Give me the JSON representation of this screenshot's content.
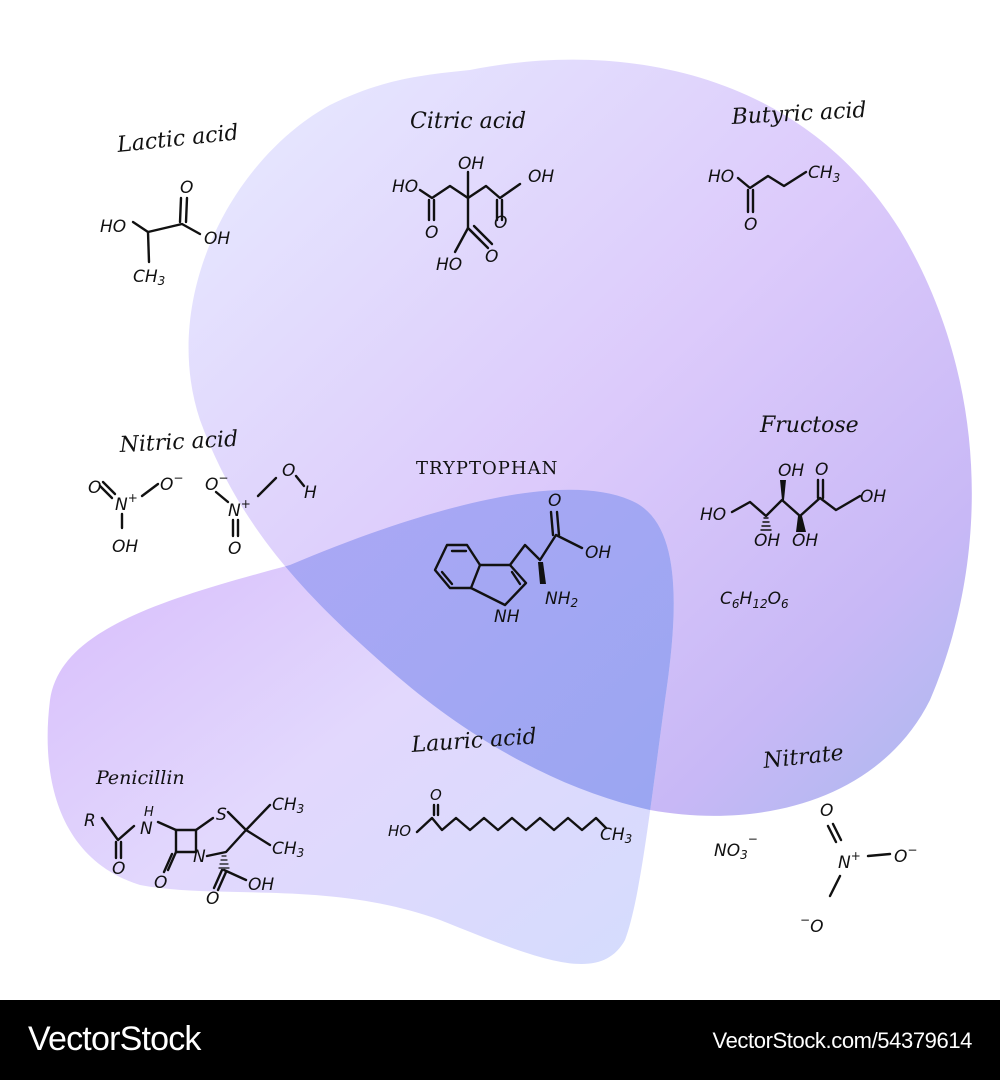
{
  "illustration": {
    "background": "#ffffff",
    "blobs": [
      {
        "name": "large-blob",
        "colors": [
          "#e6e8ff",
          "#dcc8fb",
          "#a9b4f0"
        ]
      },
      {
        "name": "lower-left-blob",
        "colors": [
          "#d9c2fb",
          "#e4dcfd",
          "#d6dcfd"
        ]
      }
    ],
    "molecules": [
      {
        "name": "Lactic acid",
        "atoms": [
          "HO",
          "O",
          "OH",
          "CH3"
        ]
      },
      {
        "name": "Citric acid",
        "atoms": [
          "OH",
          "HO",
          "OH",
          "O",
          "O",
          "HO",
          "O"
        ]
      },
      {
        "name": "Butyric acid",
        "atoms": [
          "HO",
          "CH3",
          "O"
        ]
      },
      {
        "name": "Nitric acid",
        "atoms": [
          "O",
          "N+",
          "O-",
          "OH",
          "O-",
          "N+",
          "O",
          "H",
          "O"
        ]
      },
      {
        "name": "TRYPTOPHAN",
        "atoms": [
          "O",
          "OH",
          "NH2",
          "NH"
        ]
      },
      {
        "name": "Fructose",
        "atoms": [
          "OH",
          "O",
          "HO",
          "OH",
          "OH",
          "OH"
        ],
        "formula": "C6H12O6"
      },
      {
        "name": "Penicillin",
        "atoms": [
          "R",
          "H",
          "N",
          "S",
          "CH3",
          "CH3",
          "N",
          "O",
          "O",
          "O",
          "OH"
        ]
      },
      {
        "name": "Lauric acid",
        "atoms": [
          "O",
          "HO",
          "CH3"
        ]
      },
      {
        "name": "Nitrate",
        "atoms": [
          "NO3-",
          "O",
          "N+",
          "O-",
          "-O"
        ]
      }
    ]
  },
  "labels": {
    "lactic": "Lactic acid",
    "citric": "Citric acid",
    "butyric": "Butyric acid",
    "nitric": "Nitric acid",
    "tryptophan": "TRYPTOPHAN",
    "fructose": "Fructose",
    "fructose_formula": "C6H12O6",
    "penicillin": "Penicillin",
    "lauric": "Lauric acid",
    "nitrate": "Nitrate"
  },
  "footer": {
    "brand": "VectorStock",
    "stock_id": "VectorStock.com/54379614"
  }
}
